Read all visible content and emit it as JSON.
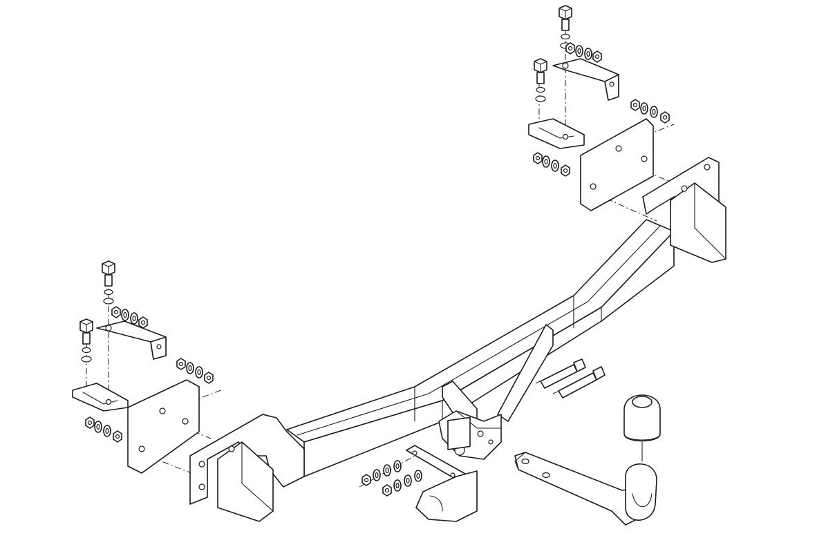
{
  "diagram": {
    "colors": {
      "line": "#1a1a1a",
      "background": "#ffffff"
    },
    "components": [
      "main-crossbar",
      "left-side-bracket",
      "right-side-bracket",
      "left-mounting-plate",
      "right-mounting-plate",
      "upper-left-angle-bracket",
      "upper-right-angle-bracket",
      "tow-ball-neck",
      "tow-ball-cap",
      "socket-plate",
      "ball-mounting-housing",
      "long-bolts",
      "hex-bolts",
      "nuts-and-washers"
    ]
  }
}
